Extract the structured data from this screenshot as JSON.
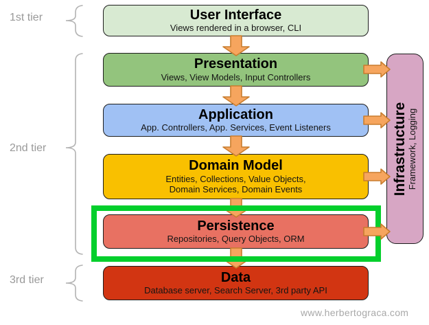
{
  "diagram": {
    "tier_labels": [
      "1st tier",
      "2nd tier",
      "3rd tier"
    ],
    "layers": [
      {
        "title": "User Interface",
        "subtitle": "Views rendered in a browser, CLI"
      },
      {
        "title": "Presentation",
        "subtitle": "Views, View Models, Input Controllers"
      },
      {
        "title": "Application",
        "subtitle": "App. Controllers, App. Services, Event Listeners"
      },
      {
        "title": "Domain Model",
        "subtitle": "Entities, Collections, Value Objects,",
        "subtitle2": "Domain Services, Domain Events"
      },
      {
        "title": "Persistence",
        "subtitle": "Repositories, Query Objects, ORM",
        "highlighted": true
      },
      {
        "title": "Data",
        "subtitle": "Database server, Search Server, 3rd party API"
      }
    ],
    "infrastructure": {
      "title": "Infrastructure",
      "subtitle": "Framework, Logging"
    },
    "watermark": "www.herbertograca.com",
    "colors": {
      "layer-user-interface": "#d8ead2",
      "layer-presentation": "#93c47d",
      "layer-application": "#a0c1f4",
      "layer-domain-model": "#f9c000",
      "layer-persistence": "#e87162",
      "layer-data": "#d23512",
      "infrastructure": "#d7a6c4",
      "highlight": "#04cf2c",
      "arrow-fill": "#f6a55e",
      "arrow-stroke": "#c87d2e",
      "tier-label": "#999999",
      "brace": "#b3b3b3",
      "watermark": "#a8a8a8"
    }
  }
}
